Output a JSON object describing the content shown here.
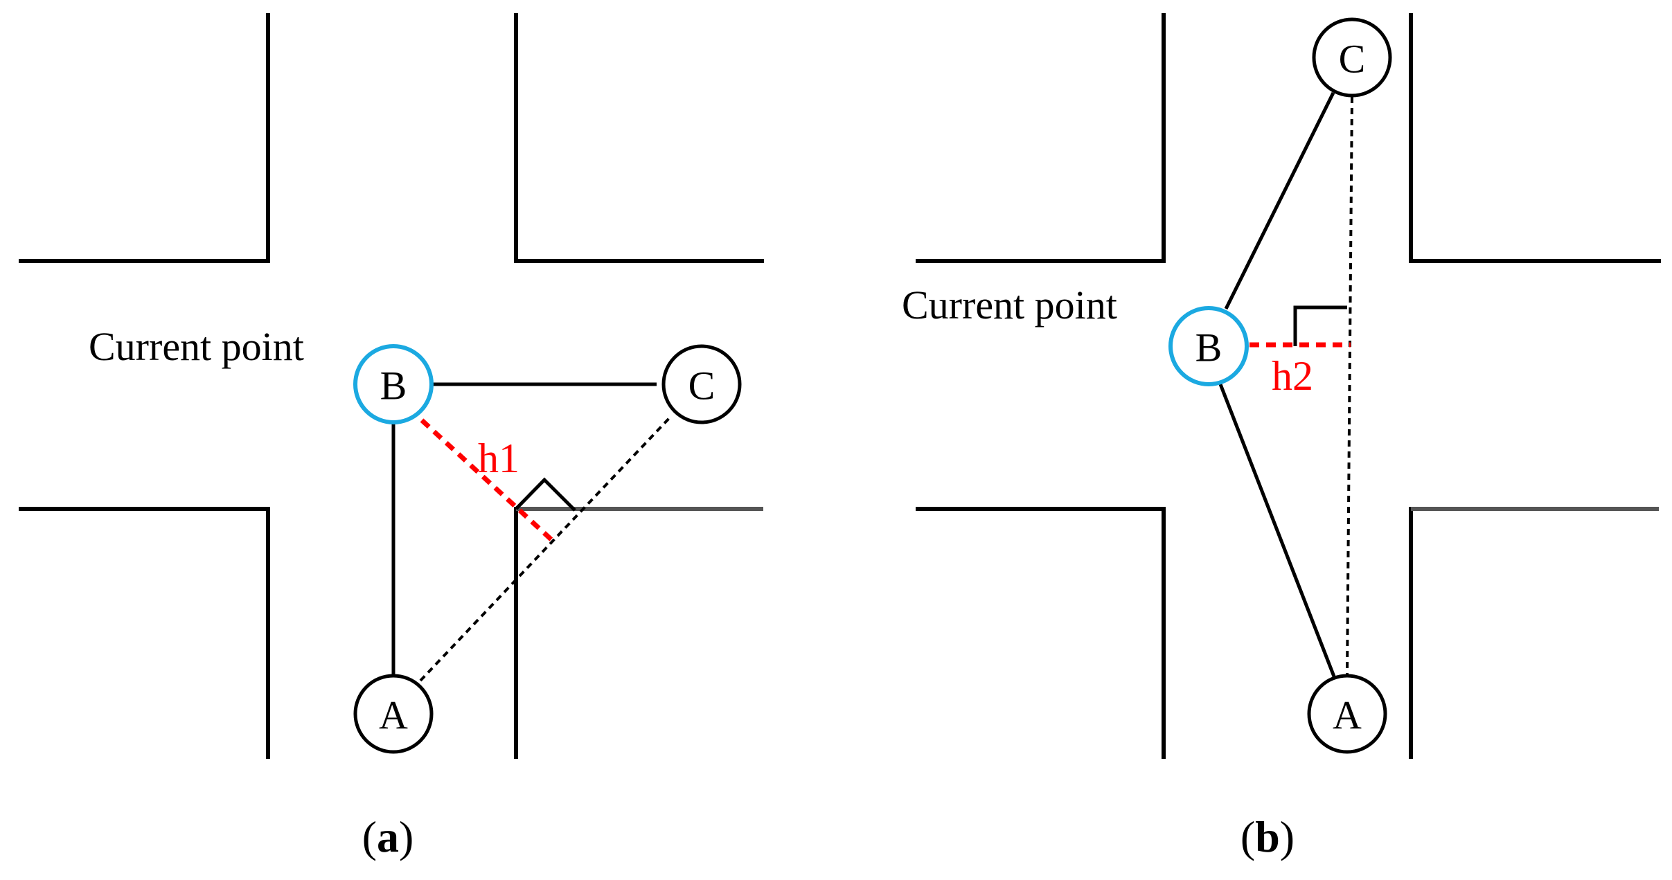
{
  "panel_a": {
    "current_label": "Current point",
    "node_a": "A",
    "node_b": "B",
    "node_c": "C",
    "distance_label": "h1",
    "caption_open": "(",
    "caption_letter": "a",
    "caption_close": ")"
  },
  "panel_b": {
    "current_label": "Current point",
    "node_a": "A",
    "node_b": "B",
    "node_c": "C",
    "distance_label": "h2",
    "caption_open": "(",
    "caption_letter": "b",
    "caption_close": ")"
  },
  "colors": {
    "current_point_ring": "#1ba9e1",
    "perpendicular_distance": "#ff0000",
    "lines": "#000000"
  }
}
